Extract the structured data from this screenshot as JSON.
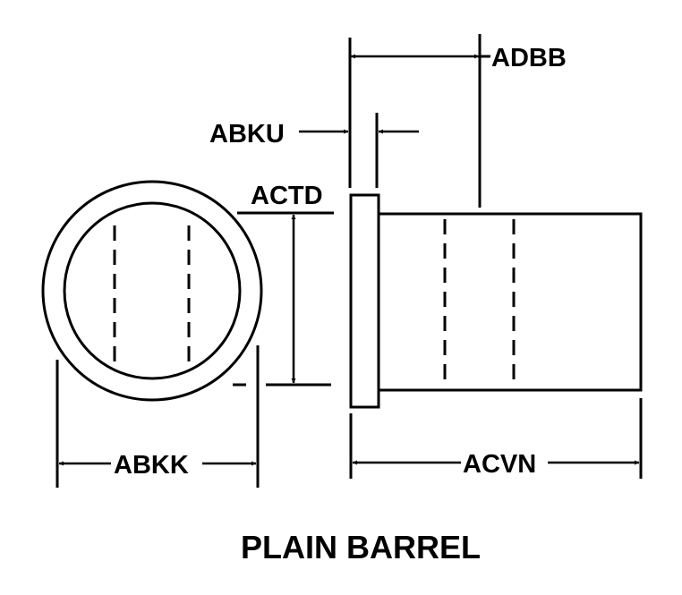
{
  "title": "PLAIN BARREL",
  "dimensions": {
    "adbb": "ADBB",
    "abku": "ABKU",
    "actd": "ACTD",
    "abkk": "ABKK",
    "acvn": "ACVN"
  },
  "colors": {
    "line": "#000000",
    "background": "#ffffff"
  }
}
